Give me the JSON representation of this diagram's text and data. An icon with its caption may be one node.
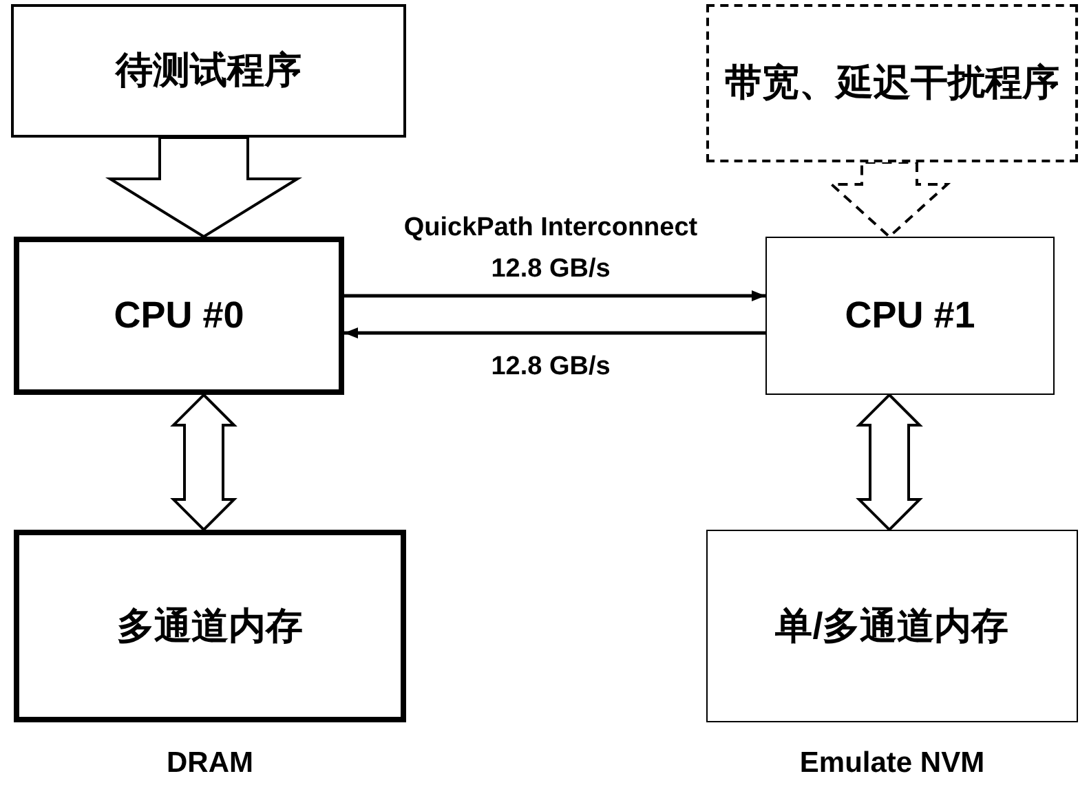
{
  "diagram": {
    "nodes": [
      {
        "text": [
          "待测试程序"
        ]
      },
      {
        "text": [
          "带宽、延迟干扰程序"
        ]
      },
      {
        "text": [
          "CPU #0"
        ]
      },
      {
        "text": [
          "CPU #1"
        ]
      },
      {
        "text": [
          "多通道内存"
        ],
        "beside": [
          "DRAM"
        ]
      },
      {
        "text": [
          "单/多通道内存"
        ],
        "beside": [
          "Emulate NVM"
        ]
      }
    ],
    "edges": [
      {
        "from": 0,
        "to": 2,
        "arrow": "to"
      },
      {
        "from": 1,
        "to": 3,
        "arrow": "to",
        "style": "dashed"
      },
      {
        "from": 2,
        "to": 3,
        "arrow": "to",
        "label": "12.8 GB/s"
      },
      {
        "from": 3,
        "to": 2,
        "arrow": "to",
        "label": "12.8 GB/s"
      },
      {
        "from": 2,
        "to": 4,
        "arrow": "both"
      },
      {
        "from": 3,
        "to": 5,
        "arrow": "both"
      }
    ],
    "labels": [
      "QuickPath Interconnect"
    ]
  }
}
